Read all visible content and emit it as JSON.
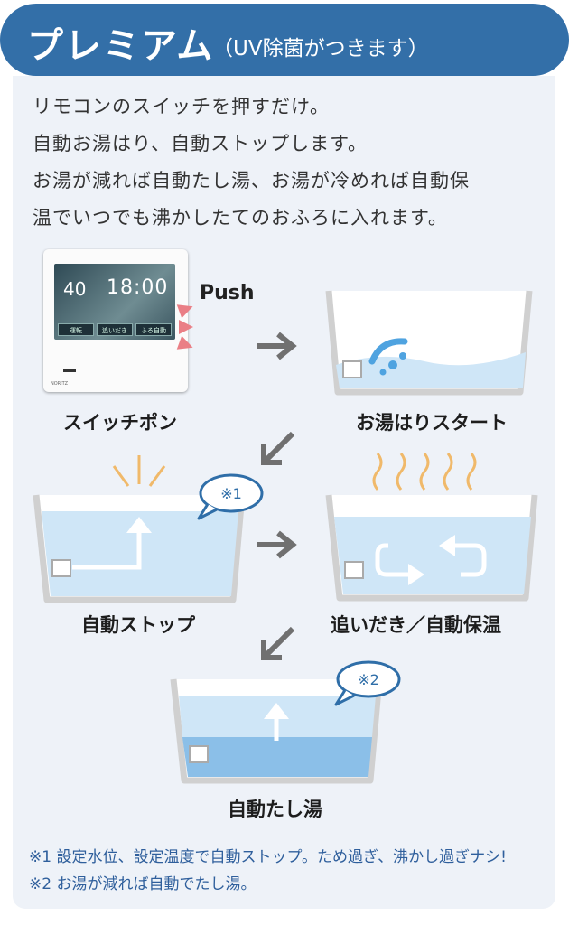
{
  "header": {
    "title": "プレミアム",
    "subtitle": "（UV除菌がつきます）"
  },
  "intro": [
    "リモコンのスイッチを押すだけ。",
    "自動お湯はり、自動ストップします。",
    "お湯が減れば自動たし湯、お湯が冷めれば自動保",
    "温でいつでも沸かしたてのおふろに入れます。"
  ],
  "remote": {
    "temperature": "40",
    "time": "18:00",
    "buttons": [
      "運転",
      "追いだき",
      "ふろ自動"
    ],
    "brand": "NORITZ"
  },
  "push_label": "Push",
  "steps": [
    {
      "label": "スイッチポン"
    },
    {
      "label": "お湯はりスタート"
    },
    {
      "label": "自動ストップ",
      "note": "※1"
    },
    {
      "label": "追いだき／自動保温"
    },
    {
      "label": "自動たし湯",
      "note": "※2"
    }
  ],
  "notes": [
    "※1  設定水位、設定温度で自動ストップ。ため過ぎ、沸かし過ぎナシ!",
    "※2  お湯が減れば自動でたし湯。"
  ],
  "colors": {
    "header": "#336fa8",
    "panel": "#eef2f8",
    "water_light": "#cfe6f7",
    "water_mid": "#a9d1ef",
    "water_deep": "#8bbfe8",
    "steam": "#f0b96a",
    "arrow": "#707070",
    "note_text": "#2f5f9c"
  }
}
